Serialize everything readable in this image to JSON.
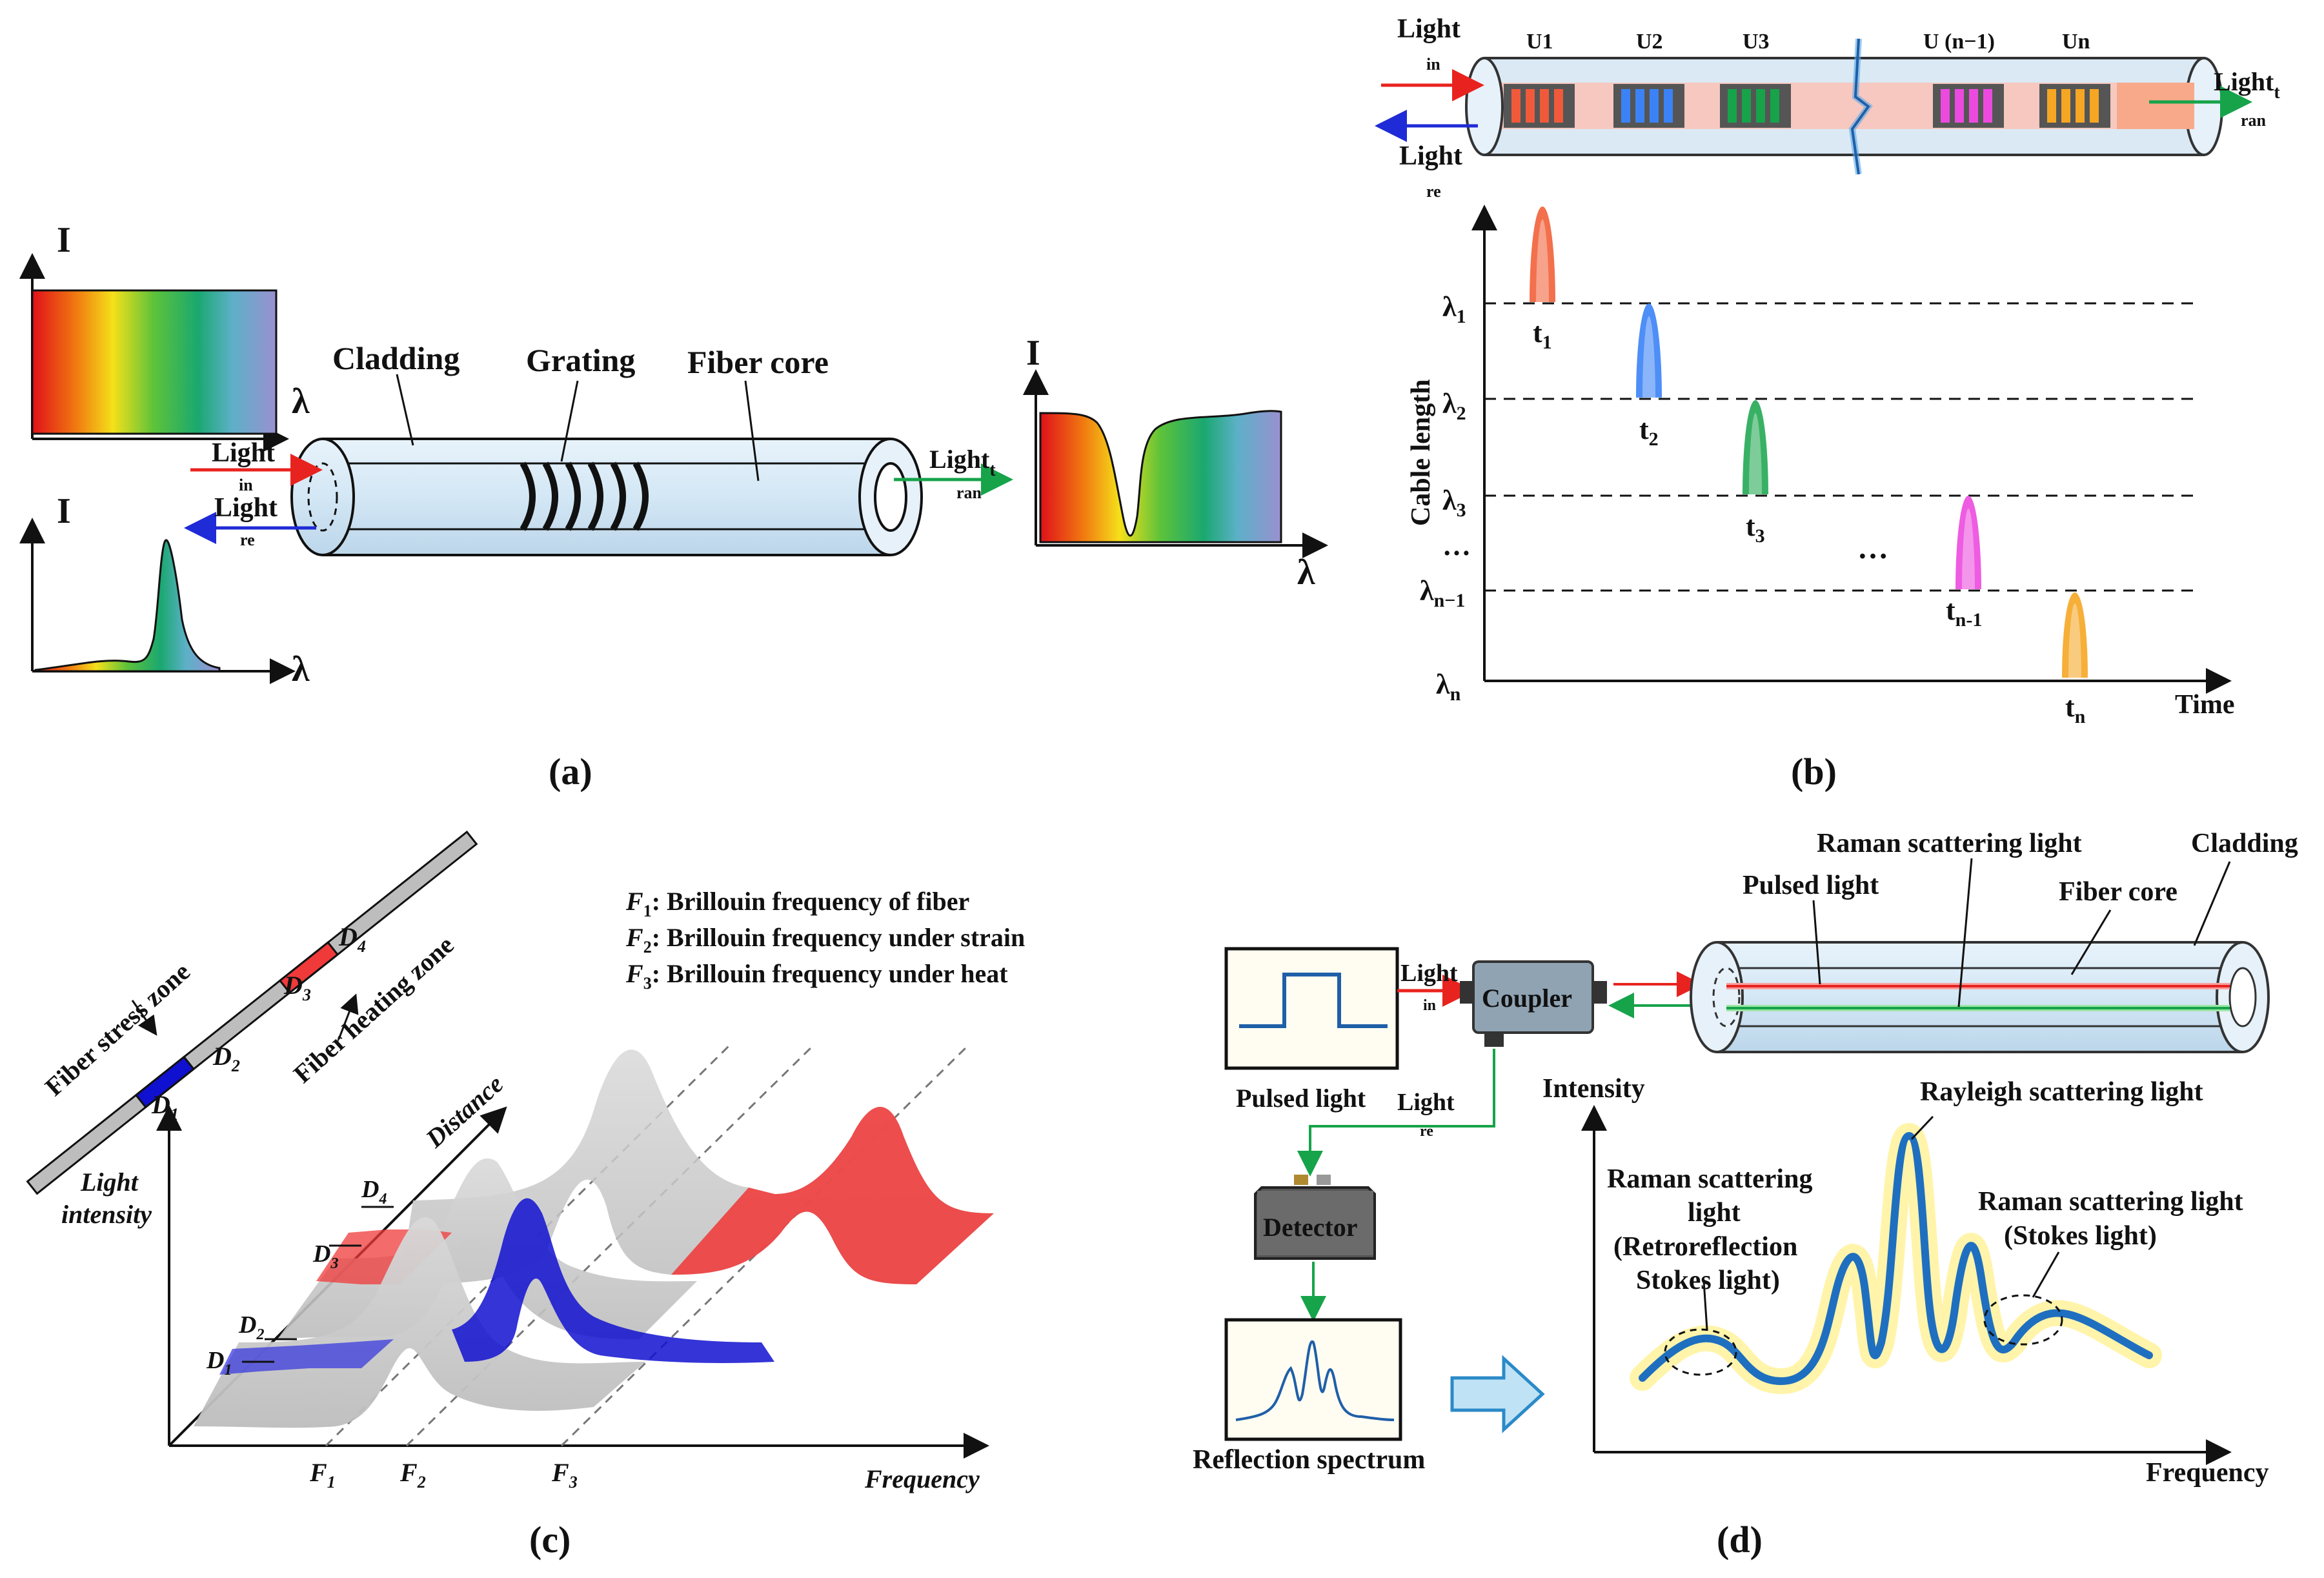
{
  "colors": {
    "light_in": "#e8231f",
    "light_re": "#1f2bd6",
    "light_tran": "#16a34a",
    "fiber_fill": "#d9ebf7",
    "fiber_stroke": "#222222",
    "strain": "#1010d0",
    "heat": "#f03a3a",
    "gray_peak": "#c8c8c8"
  },
  "panel_a": {
    "caption": "(a)",
    "axis_I_1": "I",
    "axis_lambda_1": "λ",
    "axis_I_2": "I",
    "axis_lambda_2": "λ",
    "axis_I_3": "I",
    "axis_lambda_3": "λ",
    "cladding": "Cladding",
    "grating": "Grating",
    "fiber_core": "Fiber core",
    "light_in": "Light",
    "light_in_sub": "in",
    "light_re": "Light",
    "light_re_sub": "re",
    "light_tran": "Light",
    "light_tran_sub1": "t",
    "light_tran_sub2": "ran"
  },
  "panel_b": {
    "caption": "(b)",
    "units": [
      "U1",
      "U2",
      "U3",
      "U (n−1)",
      "Un"
    ],
    "unit_colors": [
      "#f05a3a",
      "#3b82f6",
      "#16a34a",
      "#ec4adf",
      "#f5a623"
    ],
    "light_in": "Light",
    "light_in_sub": "in",
    "light_re": "Light",
    "light_re_sub": "re",
    "light_tran": "Light",
    "light_tran_sub1": "t",
    "light_tran_sub2": "ran",
    "y_label": "Cable length",
    "x_label": "Time",
    "lambda_labels": [
      "λ1",
      "λ2",
      "λ3",
      "…",
      "λn−1",
      "λn"
    ],
    "lambda_main": "λ",
    "lambda_subs": [
      "1",
      "2",
      "3",
      "",
      "n−1",
      "n"
    ],
    "t_main": "t",
    "t_subs": [
      "1",
      "2",
      "3",
      "n-1",
      "n"
    ],
    "ellipsis": "…"
  },
  "panel_c": {
    "caption": "(c)",
    "f1_def_sym": "F",
    "f1_def_sub": "1",
    "f1_def": ": Brillouin frequency of fiber",
    "f2_def_sym": "F",
    "f2_def_sub": "2",
    "f2_def": ": Brillouin frequency under strain",
    "f3_def_sym": "F",
    "f3_def_sub": "3",
    "f3_def": ": Brillouin frequency under heat",
    "fiber_stress_zone": "Fiber stress zone",
    "fiber_heating_zone": "Fiber heating zone",
    "d_main": "D",
    "d_subs": [
      "1",
      "2",
      "3",
      "4"
    ],
    "y_label_1": "Light",
    "y_label_2": "intensity",
    "distance": "Distance",
    "frequency": "Frequency",
    "f_main": "F",
    "f_subs": [
      "1",
      "2",
      "3"
    ]
  },
  "panel_d": {
    "caption": "(d)",
    "pulsed_light_box": "Pulsed light",
    "light_in": "Light",
    "light_in_sub": "in",
    "coupler": "Coupler",
    "light_re": "Light",
    "light_re_sub": "re",
    "detector": "Detector",
    "reflection_spectrum": "Reflection spectrum",
    "raman_top": "Raman scattering light",
    "pulsed_light_fiber": "Pulsed light",
    "fiber_core": "Fiber core",
    "cladding": "Cladding",
    "intensity": "Intensity",
    "frequency": "Frequency",
    "rayleigh": "Rayleigh scattering light",
    "raman_left_1": "Raman scattering",
    "raman_left_2": "light",
    "raman_left_3": "(Retroreflection",
    "raman_left_4": "Stokes light)",
    "raman_right_1": "Raman scattering light",
    "raman_right_2": "(Stokes light)"
  }
}
